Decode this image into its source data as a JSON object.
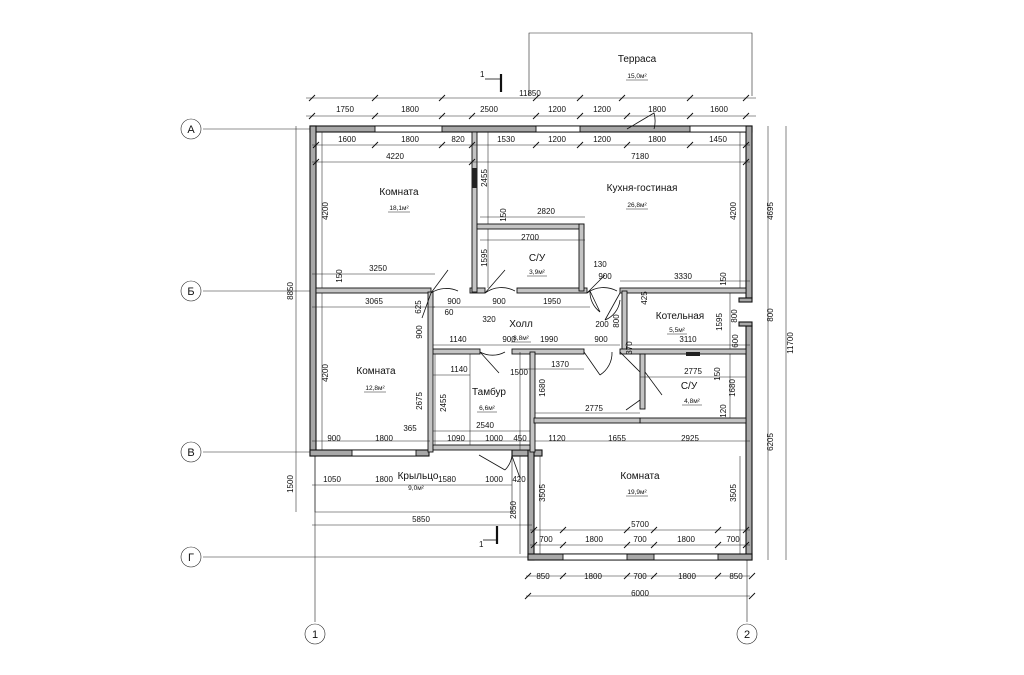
{
  "title": "",
  "axes": {
    "horizontal": [
      "А",
      "Б",
      "В",
      "Г"
    ],
    "vertical": [
      "1",
      "2"
    ]
  },
  "section_marks": [
    "1",
    "1"
  ],
  "rooms": [
    {
      "id": "terrace",
      "name": "Терраса",
      "area": "15,0м²"
    },
    {
      "id": "room1",
      "name": "Комната",
      "area": "18,1м²"
    },
    {
      "id": "kitchen",
      "name": "Кухня-гостиная",
      "area": "26,8м²"
    },
    {
      "id": "wc1",
      "name": "С/У",
      "area": "3,9м²"
    },
    {
      "id": "hall",
      "name": "Холл",
      "area": "8,8м²"
    },
    {
      "id": "boiler",
      "name": "Котельная",
      "area": "5,5м²"
    },
    {
      "id": "room2",
      "name": "Комната",
      "area": "12,8м²"
    },
    {
      "id": "vestibule",
      "name": "Тамбур",
      "area": "6,6м²"
    },
    {
      "id": "wc2",
      "name": "С/У",
      "area": "4,8м²"
    },
    {
      "id": "porch",
      "name": "Крыльцо",
      "area": "9,0м²"
    },
    {
      "id": "room3",
      "name": "Комната",
      "area": "19,9м²"
    }
  ],
  "dimensions": {
    "top_total": "11850",
    "top_outer": [
      "1750",
      "1800",
      "2500",
      "1200",
      "1200",
      "1800",
      "1600"
    ],
    "top_inner": [
      "1600",
      "1800",
      "820",
      "1530",
      "1200",
      "1200",
      "1800",
      "1450"
    ],
    "room1_width": "4220",
    "kitchen_width": "7180",
    "room1_height": "4200",
    "kitchen_height_right": "4200",
    "d_2455_a": "2455",
    "d_150_a": "150",
    "d_2820": "2820",
    "d_2700": "2700",
    "d_1595_a": "1595",
    "d_150_b": "150",
    "d_3250": "3250",
    "d_130": "130",
    "d_900_a": "900",
    "d_3330": "3330",
    "d_150_c": "150",
    "d_3065": "3065",
    "d_625": "625",
    "d_900_b": "900",
    "d_900_c": "900",
    "d_1950": "1950",
    "d_60": "60",
    "d_320": "320",
    "d_200": "200",
    "d_800_a": "800",
    "d_425": "425",
    "d_1595_b": "1595",
    "d_800_b": "800",
    "d_900_d": "900",
    "d_1140_a": "1140",
    "d_900_e": "900",
    "d_1990": "1990",
    "d_900_f": "900",
    "d_3110": "3110",
    "d_600": "600",
    "d_370": "370",
    "d_1140_b": "1140",
    "d_1500_a": "1500",
    "d_1370": "1370",
    "d_2775_a": "2775",
    "d_150_d": "150",
    "d_4200_c": "4200",
    "d_2675": "2675",
    "d_2455_b": "2455",
    "d_1680_a": "1680",
    "d_2775_b": "2775",
    "d_1680_b": "1680",
    "d_120": "120",
    "d_2540": "2540",
    "d_900_g": "900",
    "d_1800_a": "1800",
    "d_365": "365",
    "d_1090": "1090",
    "d_1000_a": "1000",
    "d_450": "450",
    "d_1120": "1120",
    "d_1655": "1655",
    "d_2925": "2925",
    "porch_dims": [
      "1050",
      "1800",
      "1580",
      "1000",
      "420"
    ],
    "d_3505_a": "3505",
    "d_3505_b": "3505",
    "d_5700": "5700",
    "d_5850": "5850",
    "d_2850": "2850",
    "bottom_inner": [
      "700",
      "1800",
      "700",
      "1800",
      "700"
    ],
    "bottom_outer": [
      "850",
      "1800",
      "700",
      "1800",
      "850"
    ],
    "bottom_total": "6000",
    "left_1500": "1500",
    "left_8850": "8850",
    "right_4695": "4695",
    "right_800": "800",
    "right_6205": "6205",
    "right_11700": "11700"
  }
}
